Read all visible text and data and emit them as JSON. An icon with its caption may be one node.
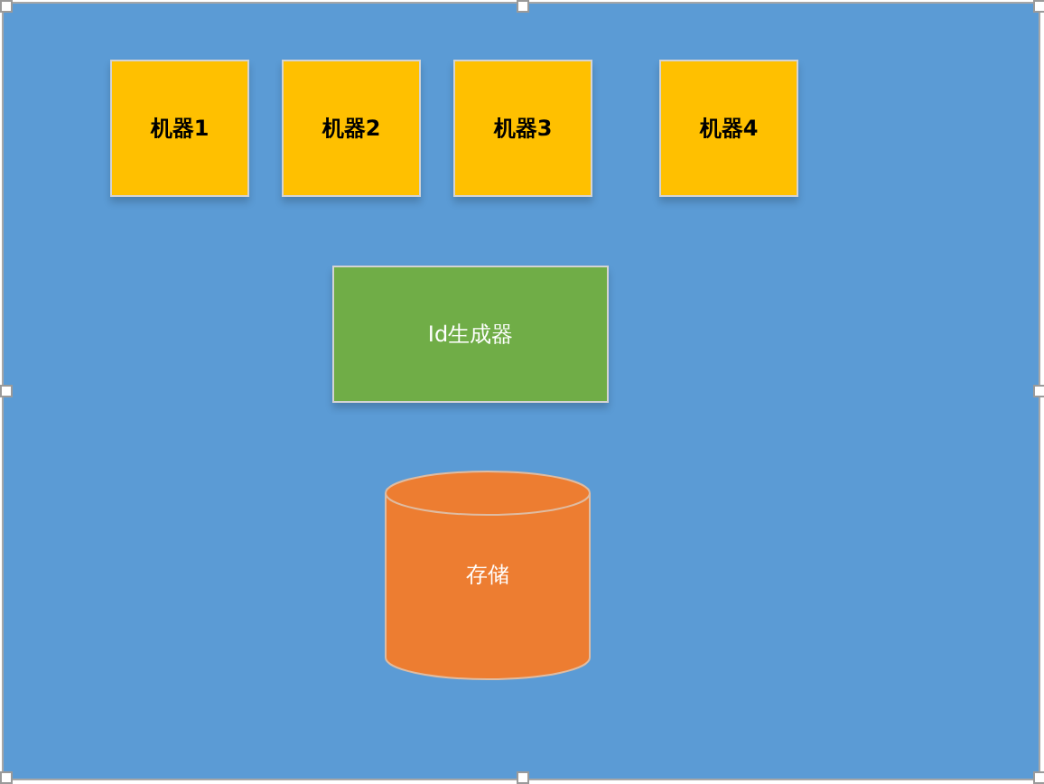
{
  "diagram": {
    "nodes": [
      {
        "text": [
          "机器1"
        ]
      },
      {
        "text": [
          "机器2"
        ]
      },
      {
        "text": [
          "机器3"
        ]
      },
      {
        "text": [
          "机器4"
        ]
      },
      {
        "text": [
          "Id生成器"
        ]
      },
      {
        "text": [
          "存储"
        ]
      }
    ]
  }
}
